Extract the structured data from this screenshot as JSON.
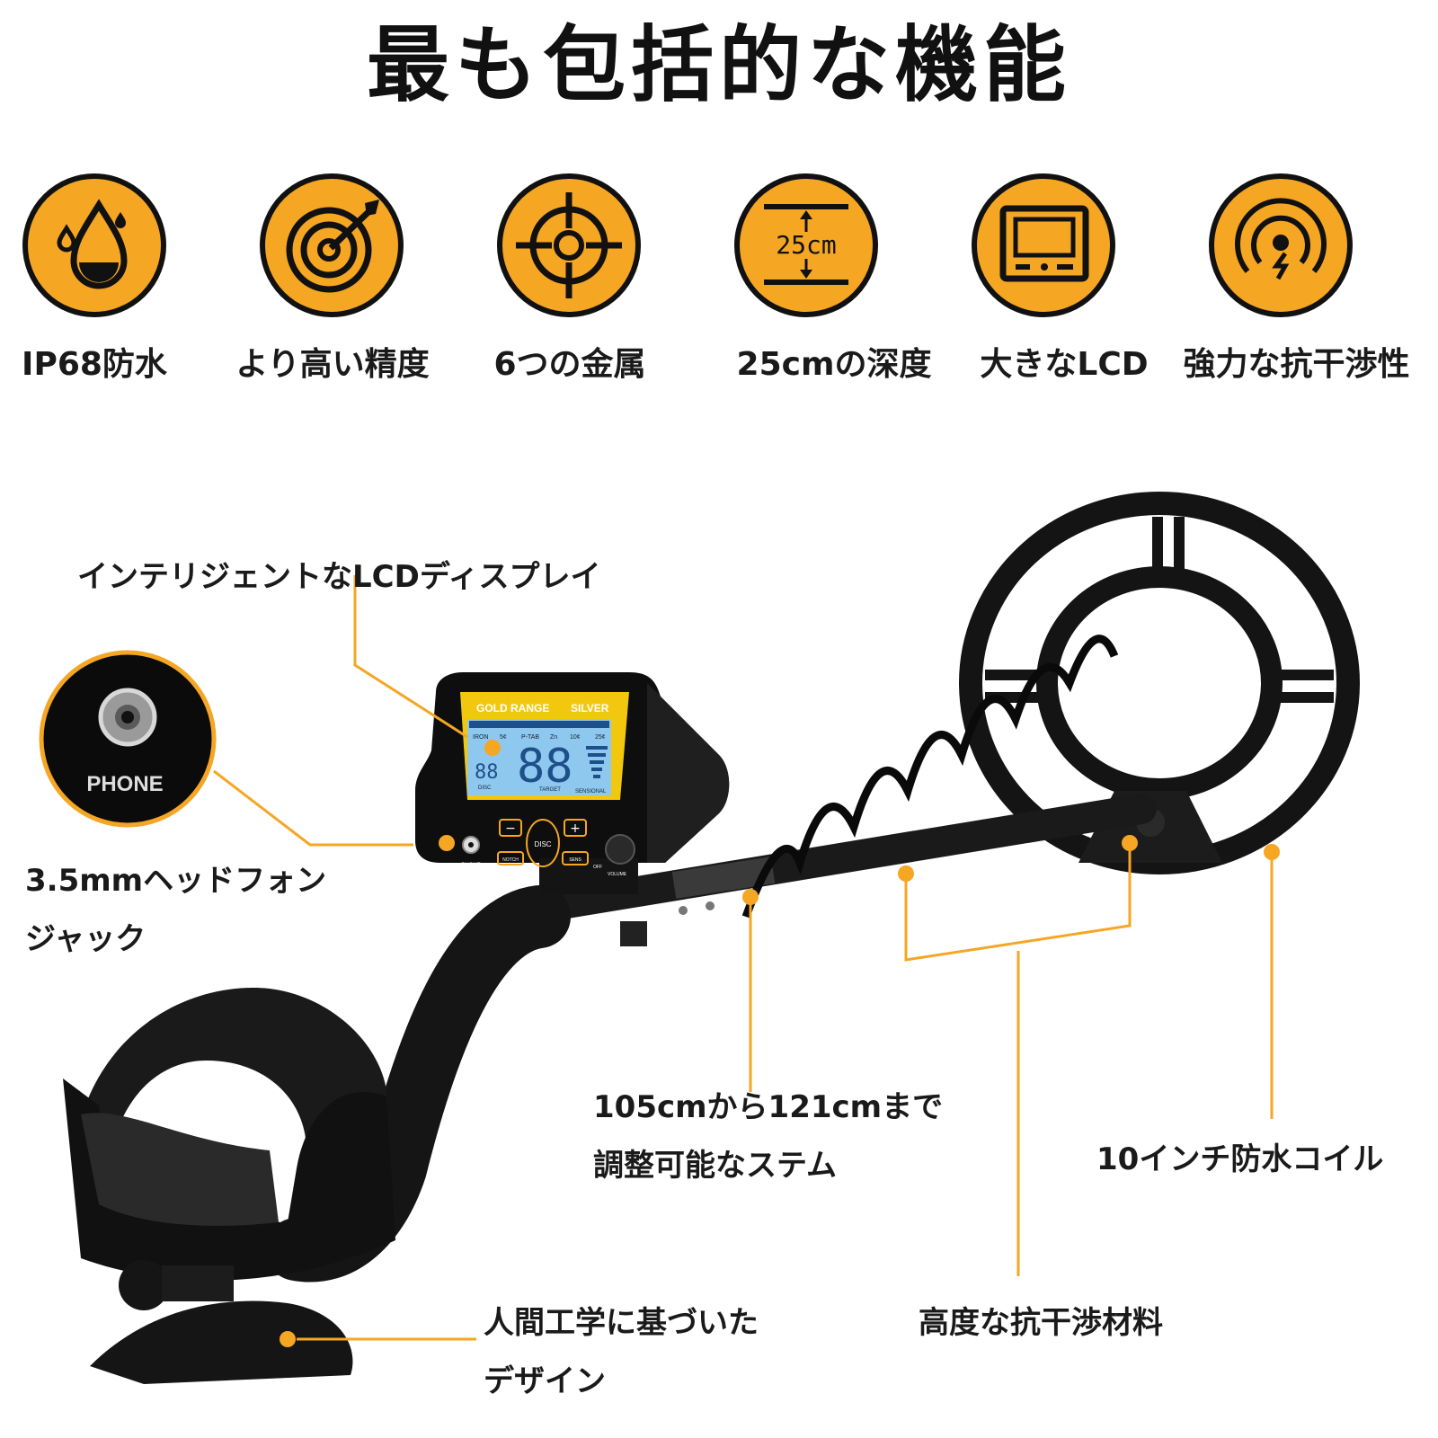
{
  "title": "最も包括的な機能",
  "features": [
    {
      "icon": "water-drop-icon",
      "label": "IP68防水"
    },
    {
      "icon": "target-arrow-icon",
      "label": "より高い精度"
    },
    {
      "icon": "crosshair-icon",
      "label": "6つの金属"
    },
    {
      "icon": "depth-icon",
      "label": "25cmの深度",
      "badge": "25cm"
    },
    {
      "icon": "lcd-screen-icon",
      "label": "大きなLCD"
    },
    {
      "icon": "signal-icon",
      "label": "強力な抗干渉性"
    }
  ],
  "callouts": {
    "lcd": "インテリジェントなLCDディスプレイ",
    "jack_line1": "3.5mmヘッドフォン",
    "jack_line2": "ジャック",
    "stem_line1": "105cmから121cmまで",
    "stem_line2": "調整可能なステム",
    "coil": "10インチ防水コイル",
    "material": "高度な抗干渉材料",
    "design_line1": "人間工学に基づいた",
    "design_line2": "デザイン"
  },
  "device": {
    "brand_left": "GOLD RANGE",
    "brand_right": "SILVER",
    "display_big": "88",
    "display_small": "88",
    "disc_label": "DISC",
    "target_label": "TARGET",
    "sens_label": "SENSIONAL",
    "scale_labels": [
      "IRON",
      "5¢",
      "P-TAB",
      "Zn",
      "10¢",
      "25¢"
    ],
    "buttons": {
      "minus": "−",
      "plus": "+",
      "disc": "DISC",
      "notch": "NOTCH",
      "sens": "SENS",
      "phone": "PHONE",
      "off": "OFF",
      "volume": "VOLUME"
    },
    "phone_inset": "PHONE"
  },
  "colors": {
    "accent": "#f5a623",
    "dark": "#111111",
    "lcd": "#8fc8ef"
  }
}
